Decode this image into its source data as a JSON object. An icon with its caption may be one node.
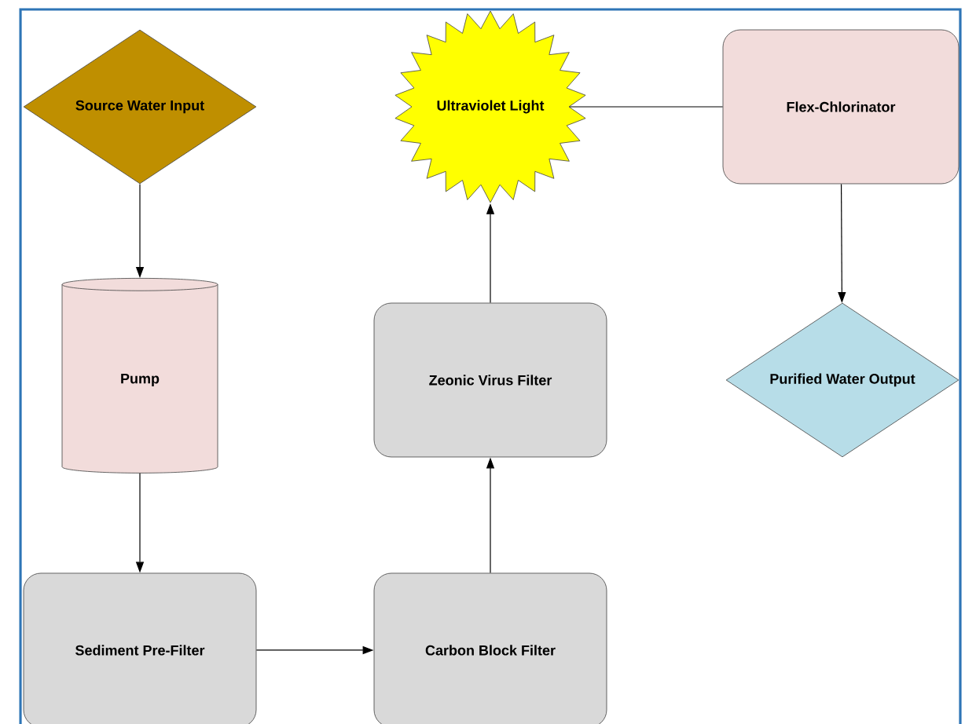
{
  "diagram": {
    "nodes": [
      {
        "text": [
          "Source Water Input"
        ]
      },
      {
        "text": [
          "Pump"
        ]
      },
      {
        "text": [
          "Sediment Pre-Filter"
        ]
      },
      {
        "text": [
          "Carbon Block Filter"
        ]
      },
      {
        "text": [
          "Zeonic Virus Filter"
        ]
      },
      {
        "text": [
          "Ultraviolet Light"
        ]
      },
      {
        "text": [
          "Flex-Chlorinator"
        ]
      },
      {
        "text": [
          "Purified Water Output"
        ]
      }
    ],
    "edges": [
      {
        "from": 0,
        "to": 1,
        "arrow": "to"
      },
      {
        "from": 1,
        "to": 2,
        "arrow": "to"
      },
      {
        "from": 2,
        "to": 3,
        "arrow": "to"
      },
      {
        "from": 3,
        "to": 4,
        "arrow": "to"
      },
      {
        "from": 4,
        "to": 5,
        "arrow": "to"
      },
      {
        "from": 5,
        "to": 6,
        "arrow": "none"
      },
      {
        "from": 6,
        "to": 7,
        "arrow": "to"
      }
    ]
  }
}
